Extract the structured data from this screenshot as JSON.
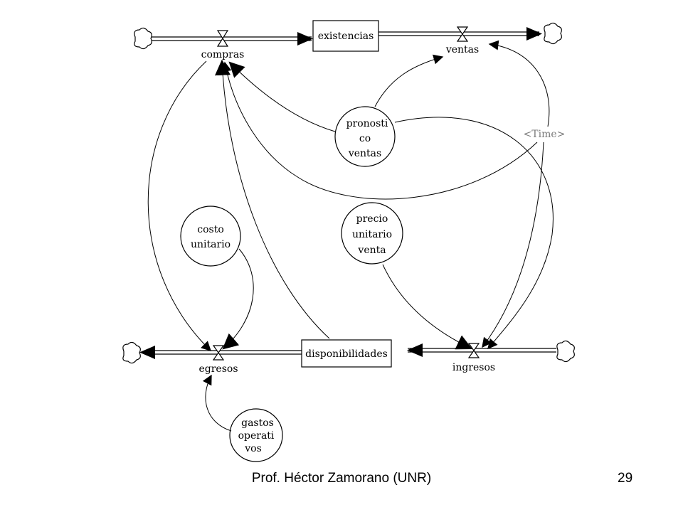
{
  "stocks": {
    "existencias": "existencias",
    "disponibilidades": "disponibilidades"
  },
  "flows": {
    "compras": "compras",
    "ventas": "ventas",
    "egresos": "egresos",
    "ingresos": "ingresos"
  },
  "auxiliaries": {
    "pronostico_ventas": [
      "pronosti",
      "co",
      "ventas"
    ],
    "costo_unitario": [
      "costo",
      "unitario"
    ],
    "precio_unitario_venta": [
      "precio",
      "unitario",
      "venta"
    ],
    "gastos_operativos": [
      "gastos",
      "operati",
      "vos"
    ]
  },
  "shadow_variables": {
    "time": "<Time>"
  },
  "footer": {
    "author": "Prof. Héctor Zamorano (UNR)",
    "page_number": "29"
  }
}
